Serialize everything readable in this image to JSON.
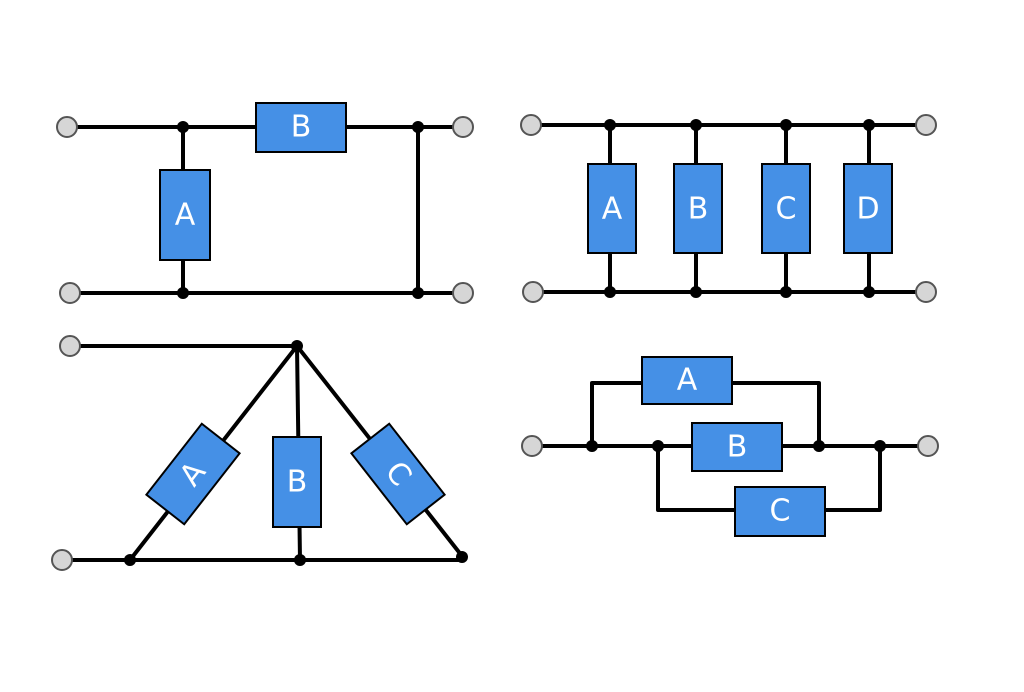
{
  "colors": {
    "resistor_fill": "#4590e6",
    "wire": "#000000",
    "terminal_fill": "#d6d6d6"
  },
  "diagrams": {
    "top_left": {
      "r1": "A",
      "r2": "B"
    },
    "top_right": {
      "r1": "A",
      "r2": "B",
      "r3": "C",
      "r4": "D"
    },
    "bottom_left": {
      "r1": "A",
      "r2": "B",
      "r3": "C"
    },
    "bottom_right": {
      "r1": "A",
      "r2": "B",
      "r3": "C"
    }
  }
}
